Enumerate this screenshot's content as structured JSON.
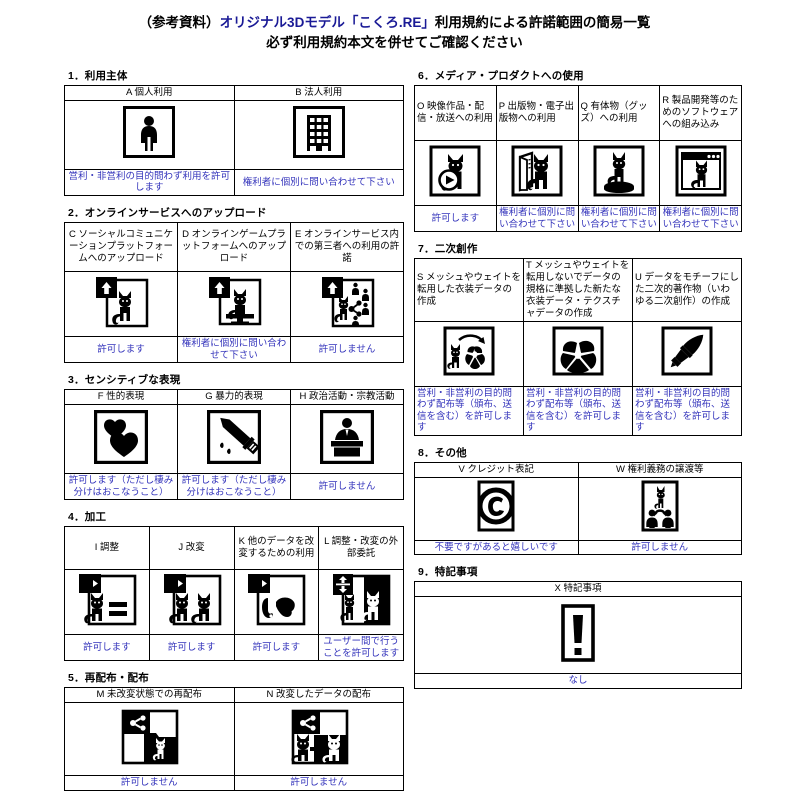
{
  "title": {
    "line1_pre": "（参考資料）",
    "line1_accent": "オリジナル3Dモデル「こくろ.RE」",
    "line1_post": "利用規約による許諾範囲の簡易一覧",
    "line2": "必ず利用規約本文を併せてご確認ください"
  },
  "sections": [
    {
      "id": "1",
      "heading": "1．利用主体",
      "items": [
        {
          "code": "A",
          "label": "A 個人利用",
          "icon": "person-icon",
          "note": "営利・非営利の目的問わず利用を許可します"
        },
        {
          "code": "B",
          "label": "B 法人利用",
          "icon": "building-icon",
          "note": "権利者に個別に問い合わせて下さい"
        }
      ]
    },
    {
      "id": "2",
      "heading": "2．オンラインサービスへのアップロード",
      "items": [
        {
          "code": "C",
          "label": "C ソーシャルコミュニケーションプラットフォームへのアップロード",
          "icon": "upload-cat-icon",
          "note": "許可します"
        },
        {
          "code": "D",
          "label": "D オンラインゲームプラットフォームへのアップロード",
          "icon": "upload-cat-monitor-icon",
          "note": "権利者に個別に問い合わせて下さい"
        },
        {
          "code": "E",
          "label": "E オンラインサービス内での第三者への利用の許諾",
          "icon": "upload-cat-share-icon",
          "note": "許可しません"
        }
      ]
    },
    {
      "id": "3",
      "heading": "3．センシティブな表現",
      "items": [
        {
          "code": "F",
          "label": "F 性的表現",
          "icon": "hearts-icon",
          "note": "許可します（ただし棲み分けはおこなうこと）"
        },
        {
          "code": "G",
          "label": "G 暴力的表現",
          "icon": "knife-icon",
          "note": "許可します（ただし棲み分けはおこなうこと）"
        },
        {
          "code": "H",
          "label": "H 政治活動・宗教活動",
          "icon": "podium-speaker-icon",
          "note": "許可しません"
        }
      ]
    },
    {
      "id": "4",
      "heading": "4．加工",
      "items": [
        {
          "code": "I",
          "label": "I 調整",
          "icon": "adjust-cat-equal-icon",
          "note": "許可します"
        },
        {
          "code": "J",
          "label": "J 改変",
          "icon": "modify-two-cats-icon",
          "note": "許可します"
        },
        {
          "code": "K",
          "label": "K 他のデータを改変するための利用",
          "icon": "modify-other-data-icon",
          "note": "許可します"
        },
        {
          "code": "L",
          "label": "L 調整・改変の外部委託",
          "icon": "outsource-cat-icon",
          "note": "ユーザー間で行うことを許可します"
        }
      ]
    },
    {
      "id": "5",
      "heading": "5．再配布・配布",
      "items": [
        {
          "code": "M",
          "label": "M 未改変状態での再配布",
          "icon": "share-folder-cat-icon",
          "note": "許可しません"
        },
        {
          "code": "N",
          "label": "N 改変したデータの配布",
          "icon": "share-modified-cat-icon",
          "note": "許可しません"
        }
      ]
    },
    {
      "id": "6",
      "heading": "6．メディア・プロダクトへの使用",
      "items": [
        {
          "code": "O",
          "label": "O 映像作品・配信・放送への利用",
          "icon": "video-play-cat-icon",
          "note": "許可します"
        },
        {
          "code": "P",
          "label": "P 出版物・電子出版物への利用",
          "icon": "document-cat-icon",
          "note": "権利者に個別に問い合わせて下さい"
        },
        {
          "code": "Q",
          "label": "Q 有体物（グッズ）への利用",
          "icon": "figurine-cat-icon",
          "note": "権利者に個別に問い合わせて下さい"
        },
        {
          "code": "R",
          "label": "R 製品開発等のためのソフトウェアへの組み込み",
          "icon": "software-window-cat-icon",
          "note": "権利者に個別に問い合わせて下さい"
        }
      ]
    },
    {
      "id": "7",
      "heading": "7．二次創作",
      "items": [
        {
          "code": "S",
          "label": "S メッシュやウェイトを転用した衣装データの作成",
          "icon": "cat-to-costume-icon",
          "note": "営利・非営利の目的問わず配布等（頒布、送信を含む）を許可します"
        },
        {
          "code": "T",
          "label": "T メッシュやウェイトを転用しないでデータの規格に準拠した新たな衣装データ・テクスチャデータの作成",
          "icon": "costume-icon",
          "note": "営利・非営利の目的問わず配布等（頒布、送信を含む）を許可します"
        },
        {
          "code": "U",
          "label": "U データをモチーフにした二次的著作物（いわゆる二次創作）の作成",
          "icon": "brush-icon",
          "note": "営利・非営利の目的問わず配布等（頒布、送信を含む）を許可します"
        }
      ]
    },
    {
      "id": "8",
      "heading": "8．その他",
      "items": [
        {
          "code": "V",
          "label": "V クレジット表記",
          "icon": "copyright-icon",
          "note": "不要ですがあると嬉しいです"
        },
        {
          "code": "W",
          "label": "W 権利義務の譲渡等",
          "icon": "transfer-rights-icon",
          "note": "許可しません"
        }
      ]
    },
    {
      "id": "9",
      "heading": "9．特記事項",
      "items": [
        {
          "code": "X",
          "label": "X 特記事項",
          "icon": "exclamation-icon",
          "note": "なし"
        }
      ]
    }
  ],
  "colors": {
    "note_blue": "#3333bb",
    "title_blue": "#1a1a96",
    "border": "#000000",
    "background": "#ffffff"
  }
}
